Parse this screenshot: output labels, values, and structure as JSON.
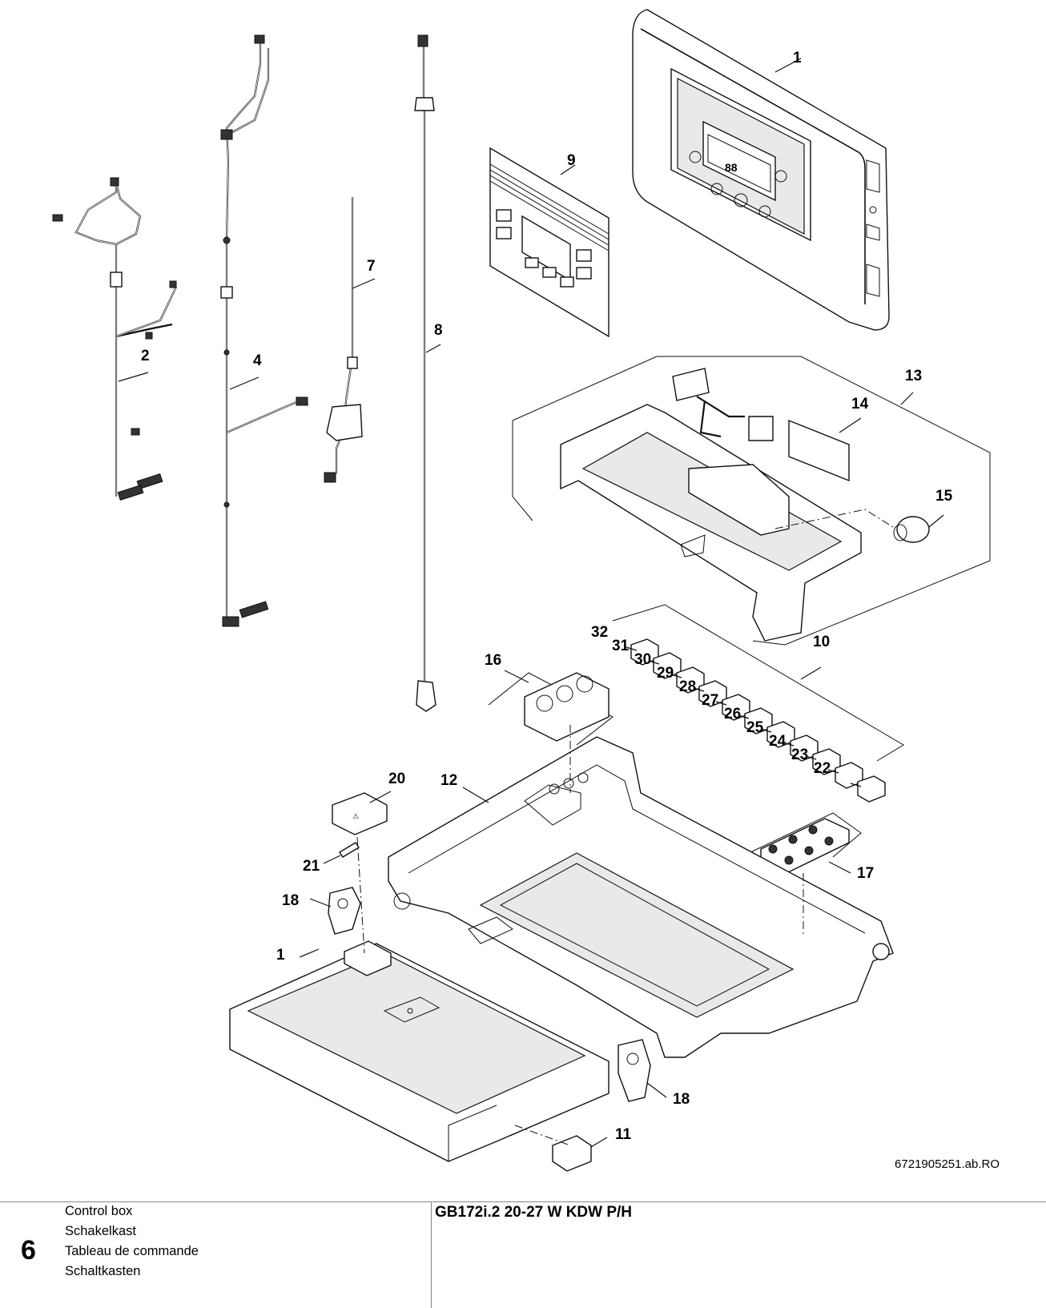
{
  "callouts": [
    "1",
    "2",
    "4",
    "7",
    "8",
    "9",
    "13",
    "14",
    "15",
    "16",
    "10",
    "32",
    "31",
    "30",
    "29",
    "28",
    "27",
    "26",
    "25",
    "24",
    "23",
    "22",
    "20",
    "12",
    "21",
    "18",
    "1",
    "17",
    "18",
    "11"
  ],
  "drawing_number": "6721905251.ab.RO",
  "footer": {
    "section_number": "6",
    "titles": [
      "Control box",
      "Schakelkast",
      "Tableau de commande",
      "Schaltkasten"
    ],
    "model": "GB172i.2 20-27 W KDW P/H"
  }
}
